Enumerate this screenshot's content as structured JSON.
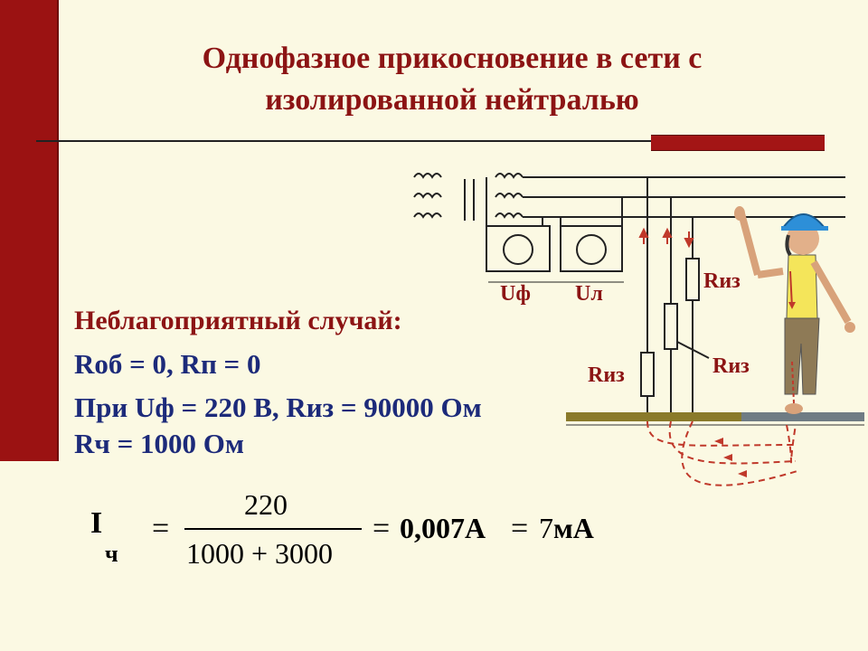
{
  "title": {
    "line1": "Однофазное прикосновение в сети с",
    "line2": "изолированной нейтралью"
  },
  "body": {
    "case_heading": "Неблагоприятный случай:",
    "line_rob": "Rоб = 0, Rп = 0",
    "line_uf": "При Uф = 220 В, Rиз = 90000 Ом",
    "line_rch": "Rч = 1000 Ом"
  },
  "formula": {
    "current_symbol": "I",
    "current_sub": "ч",
    "equals": "=",
    "numerator": "220",
    "denominator": "1000 + 3000",
    "result_amps": "0,007А",
    "result_ma_num": "7",
    "result_ma_unit": "мА"
  },
  "diagram": {
    "meter_phase_label": "Uф",
    "meter_line_label": "Uл",
    "riz_top": "Rиз",
    "riz_right": "Rиз",
    "riz_left": "Rиз"
  },
  "colors": {
    "accent": "#8c1414",
    "sidebar": "#9b1212",
    "text_blue": "#1c2a7a",
    "ground": "#8a7a2a"
  }
}
